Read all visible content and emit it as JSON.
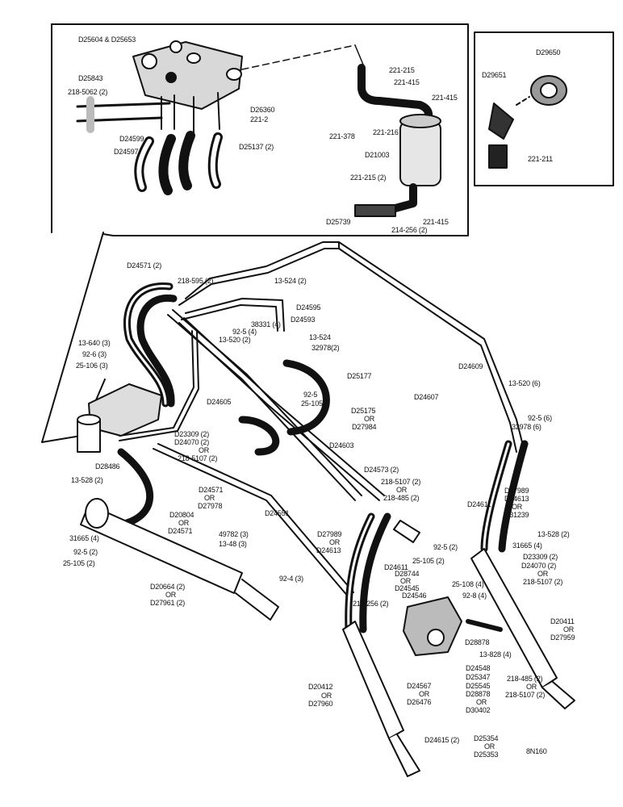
{
  "diagram": {
    "code": "8N160",
    "inset_left": {
      "labels": [
        "D25604 & D25653",
        "D25843",
        "218-5062 (2)",
        "D26360",
        "221-2",
        "D24599",
        "D24597",
        "D25137 (2)",
        "221-215",
        "221-415",
        "221-378",
        "221-216",
        "221-415",
        "D21003",
        "221-215 (2)",
        "D25739",
        "214-256 (2)",
        "221-415"
      ]
    },
    "inset_right": {
      "labels": [
        "D29650",
        "D29651",
        "221-211"
      ]
    },
    "main": {
      "labels": [
        "D24571 (2)",
        "218-595 (2)",
        "13-524 (2)",
        "D24595",
        "D24593",
        "38331 (4)",
        "92-5 (4)",
        "13-520 (2)",
        "13-524",
        "32978(2)",
        "13-640 (3)",
        "92-6 (3)",
        "25-106 (3)",
        "D25177",
        "92-5",
        "25-105",
        "D24605",
        "D24609",
        "D24607",
        "13-520 (6)",
        "92-5 (6)",
        "32978 (6)",
        "D25175",
        "OR",
        "D27984",
        "D23309 (2)",
        "D24070 (2)",
        "OR",
        "218-5107 (2)",
        "D24603",
        "D28486",
        "D24573 (2)",
        "218-5107 (2)",
        "OR",
        "218-485 (2)",
        "13-528 (2)",
        "D24571",
        "OR",
        "D27978",
        "D20804",
        "OR",
        "D24571",
        "D24551",
        "D27989",
        "D24613",
        "OR",
        "D31239",
        "D24611",
        "31665 (4)",
        "92-5 (2)",
        "25-105 (2)",
        "49782 (3)",
        "13-48 (3)",
        "92-4 (3)",
        "D27989",
        "OR",
        "D24613",
        "D24611",
        "92-5 (2)",
        "25-105 (2)",
        "13-528 (2)",
        "31665 (4)",
        "D23309 (2)",
        "D24070 (2)",
        "OR",
        "218-5107 (2)",
        "D28744",
        "OR",
        "D24545",
        "25-108 (4)",
        "92-8 (4)",
        "D20664 (2)",
        "OR",
        "D27961 (2)",
        "214-256 (2)",
        "D24546",
        "D28878",
        "13-828 (4)",
        "D20411",
        "OR",
        "D27959",
        "D24548",
        "D25347",
        "D25545",
        "D28878",
        "OR",
        "D30402",
        "D20412",
        "OR",
        "D27960",
        "D24567",
        "OR",
        "D26476",
        "218-485 (2)",
        "OR",
        "218-5107 (2)",
        "D24615 (2)",
        "D25354",
        "OR",
        "D25353"
      ]
    }
  }
}
